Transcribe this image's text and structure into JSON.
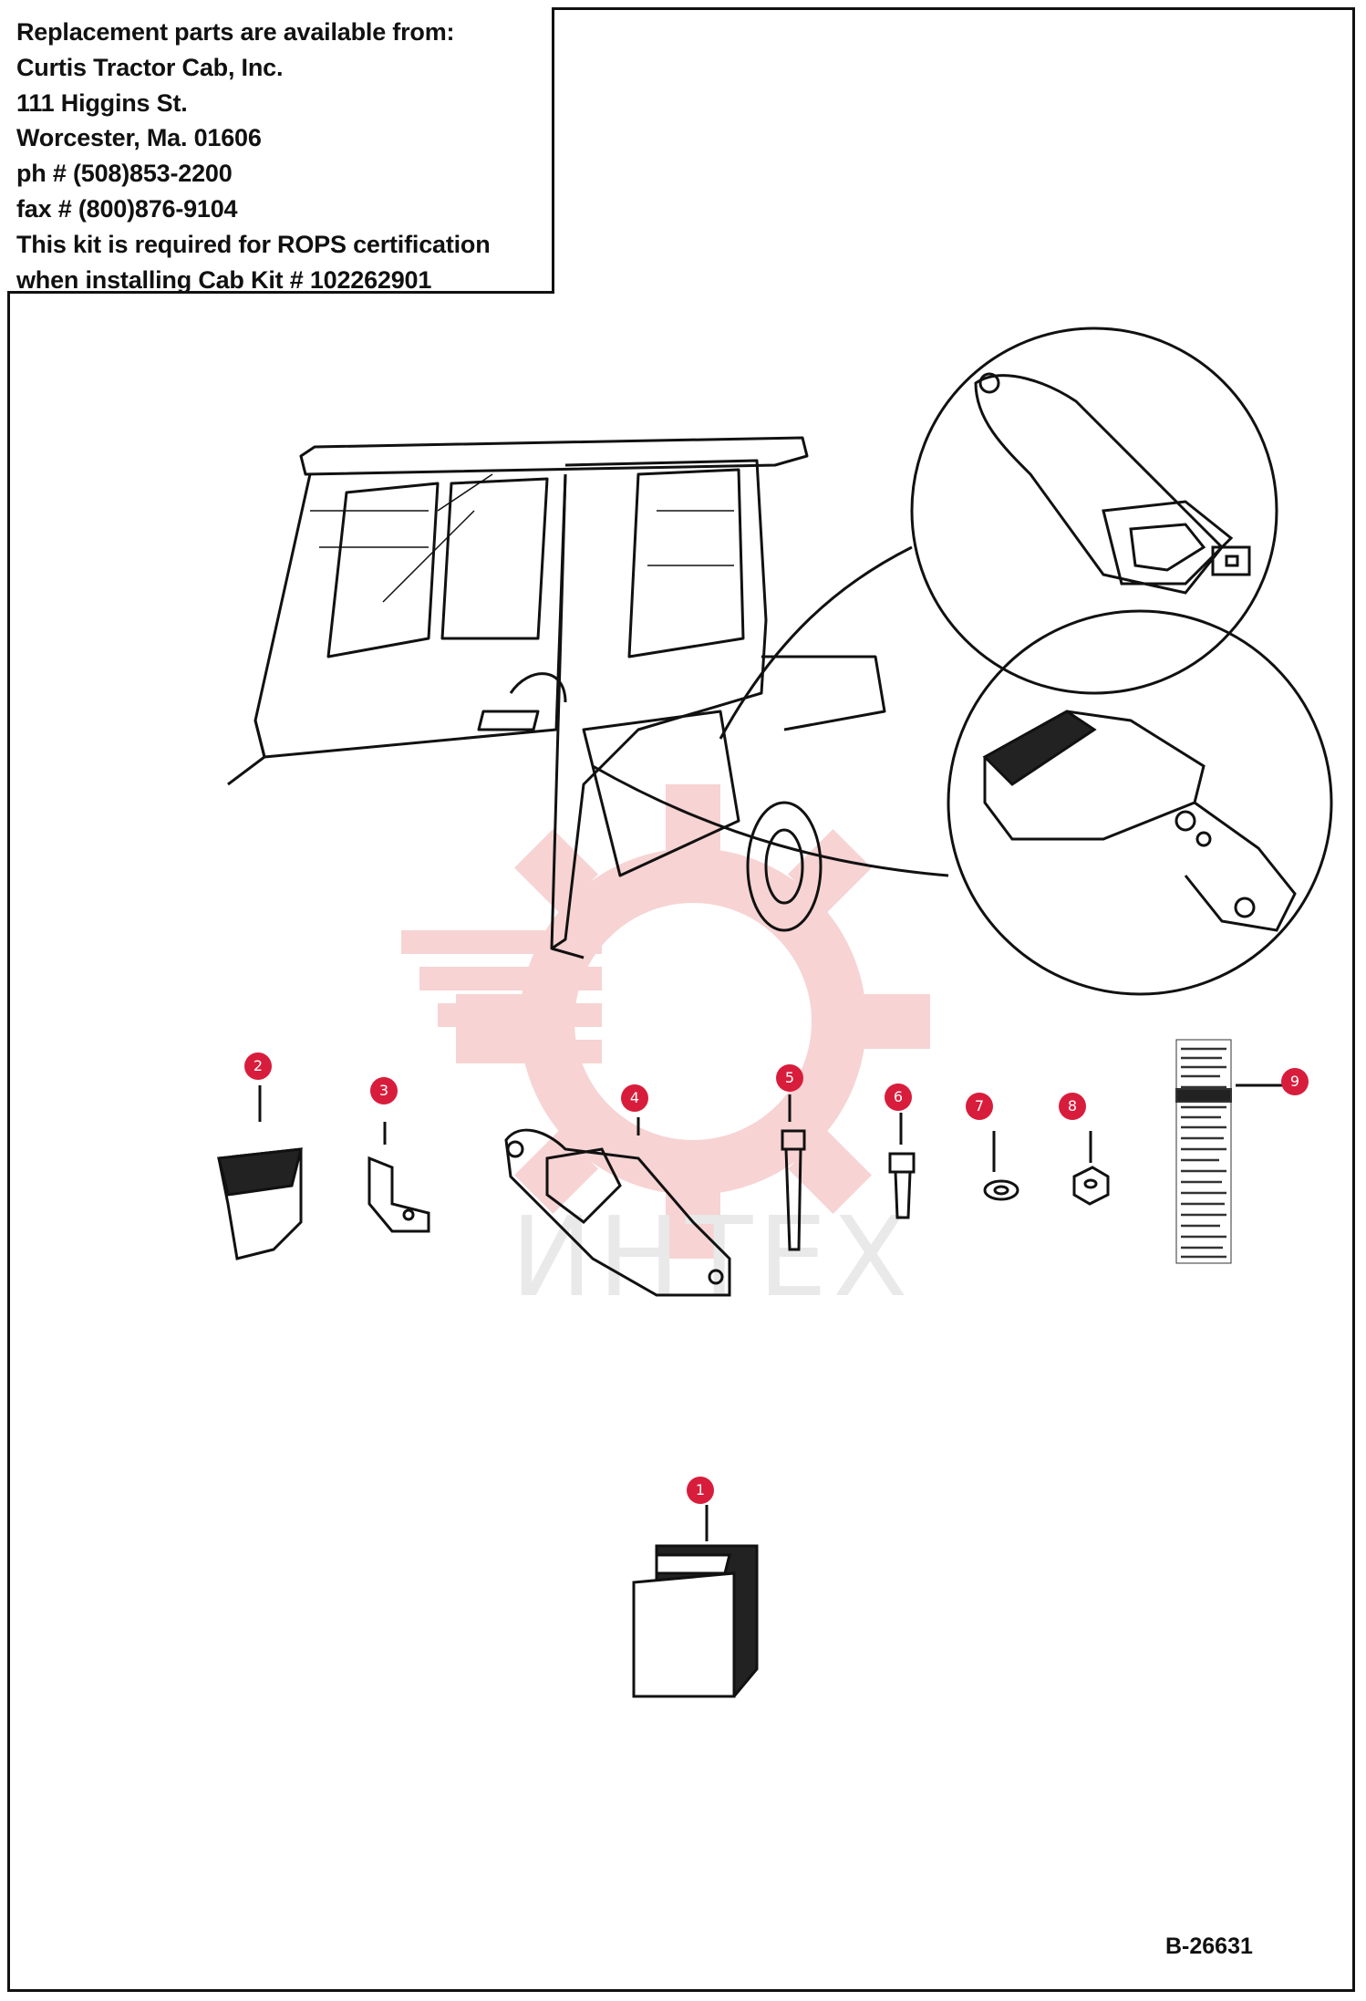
{
  "info_box": {
    "lines": [
      "Replacement parts are available from:",
      "Curtis Tractor Cab, Inc.",
      "111 Higgins St.",
      "Worcester, Ma. 01606",
      "ph # (508)853-2200",
      "fax # (800)876-9104",
      "This kit is required for ROPS certification",
      "when installing Cab Kit # 102262901"
    ]
  },
  "callouts": [
    "1",
    "2",
    "3",
    "4",
    "5",
    "6",
    "7",
    "8",
    "9"
  ],
  "watermark_text": "ИНТЕХ",
  "diagram_code": "B-26631",
  "colors": {
    "callout": "#d81d3c",
    "line": "#111111",
    "watermark": "#f2b0b0"
  }
}
